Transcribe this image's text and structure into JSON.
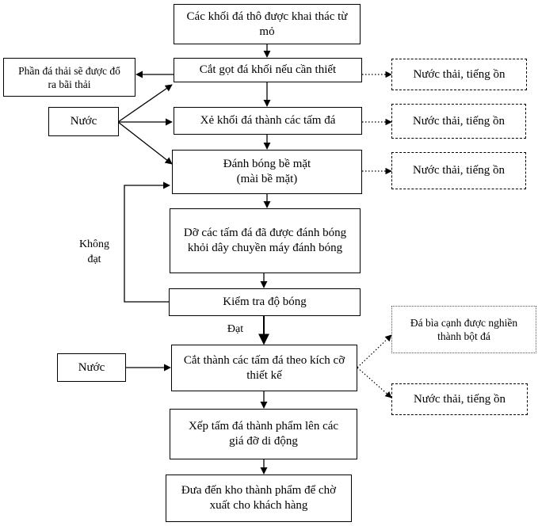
{
  "steps": {
    "s1": "Các khối đá thô được khai thác từ mỏ",
    "s2": "Cắt gọt đá khối nếu cần thiết",
    "s3": "Xẻ khối đá thành các tấm đá",
    "s4": "Đánh bóng bề mặt\n(mài bề mặt)",
    "s5": "Dỡ các tấm đá đã được đánh bóng khỏi dây chuyền máy đánh bóng",
    "s6": "Kiểm tra độ bóng",
    "s7": "Cắt thành các tấm đá theo kích cỡ thiết kế",
    "s8": "Xếp tấm đá thành phẩm lên các giá đỡ di động",
    "s9": "Đưa đến kho thành phẩm để chờ xuất cho khách hàng"
  },
  "inputs": {
    "water1": "Nước",
    "water2": "Nước"
  },
  "outputs": {
    "waste_rock": "Phần đá thải sẽ được đổ ra bãi thải",
    "emission1": "Nước thải, tiếng ồn",
    "emission2": "Nước thải, tiếng ồn",
    "emission3": "Nước thải, tiếng ồn",
    "edge_stone": "Đá bìa cạnh được nghiền thành bột đá",
    "emission4": "Nước thải, tiếng ồn"
  },
  "labels": {
    "fail": "Không\nđạt",
    "pass": "Đạt"
  }
}
